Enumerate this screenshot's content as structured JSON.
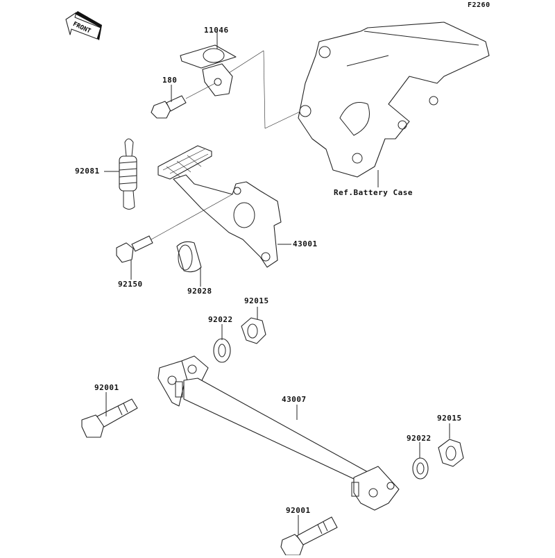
{
  "diagram": {
    "code": "F2260",
    "front_label": "FRONT",
    "parts": [
      {
        "id": "11046"
      },
      {
        "id": "180"
      },
      {
        "id": "92081"
      },
      {
        "id": "43001"
      },
      {
        "id": "92150"
      },
      {
        "id": "92028"
      },
      {
        "id": "92015"
      },
      {
        "id": "92022"
      },
      {
        "id": "92001"
      },
      {
        "id": "43007"
      },
      {
        "id": "92022"
      },
      {
        "id": "92015"
      },
      {
        "id": "92001"
      }
    ],
    "reference_note": "Ref.Battery Case"
  }
}
